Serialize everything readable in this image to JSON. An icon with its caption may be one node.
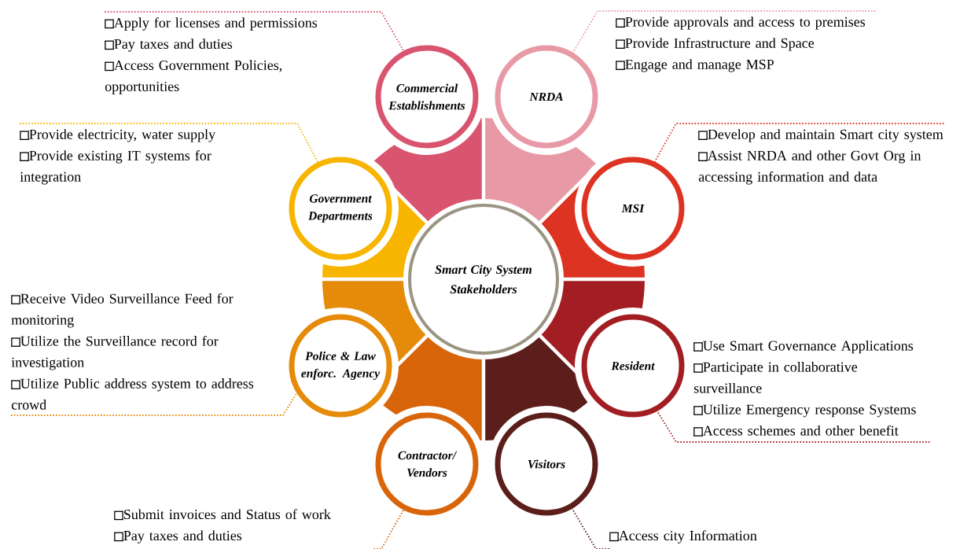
{
  "diagram": {
    "nodes": [
      {
        "text": [
          "Smart City System Stakeholders"
        ]
      },
      {
        "text": [
          "Commercial Establishments"
        ]
      },
      {
        "text": [
          "NRDA"
        ]
      },
      {
        "text": [
          "MSI"
        ]
      },
      {
        "text": [
          "Resident"
        ]
      },
      {
        "text": [
          "Visitors"
        ]
      },
      {
        "text": [
          "Contractor/ Vendors"
        ]
      },
      {
        "text": [
          "Police & Law enforc. Agency"
        ]
      },
      {
        "text": [
          "Government Departments"
        ]
      },
      {
        "text": [
          "Apply for licenses and permissions",
          "Pay taxes and duties",
          "Access Government Policies, opportunities"
        ]
      },
      {
        "text": [
          "Provide approvals and access to premises",
          "Provide Infrastructure and Space",
          "Engage and manage MSP"
        ]
      },
      {
        "text": [
          "Develop and maintain Smart city system",
          "Assist NRDA and other Govt Org in accessing information and data"
        ]
      },
      {
        "text": [
          "Use Smart Governance Applications",
          "Participate in collaborative surveillance",
          "Utilize Emergency response Systems",
          "Access schemes and other benefit"
        ]
      },
      {
        "text": [
          "Access city Information"
        ]
      },
      {
        "text": [
          "Submit invoices and Status of work",
          "Pay taxes and duties"
        ]
      },
      {
        "text": [
          "Receive Video Surveillance Feed for monitoring",
          "Utilize the Surveillance record for investigation",
          "Utilize Public address system to address crowd"
        ]
      },
      {
        "text": [
          "Provide electricity, water supply",
          "Provide existing IT systems for integration"
        ]
      }
    ],
    "edges": [
      {
        "from": 9,
        "to": 1,
        "arrow": "none",
        "color": "#d9546e"
      },
      {
        "from": 10,
        "to": 2,
        "arrow": "none",
        "color": "#e899a6"
      },
      {
        "from": 11,
        "to": 3,
        "arrow": "none",
        "color": "#dd3322"
      },
      {
        "from": 12,
        "to": 4,
        "arrow": "none",
        "color": "#a21e22"
      },
      {
        "from": 13,
        "to": 5,
        "arrow": "none",
        "color": "#5c1e1a"
      },
      {
        "from": 14,
        "to": 6,
        "arrow": "none",
        "color": "#d9650a"
      },
      {
        "from": 15,
        "to": 7,
        "arrow": "none",
        "color": "#e68a0a"
      },
      {
        "from": 16,
        "to": 8,
        "arrow": "none",
        "color": "#f7b500"
      }
    ]
  }
}
